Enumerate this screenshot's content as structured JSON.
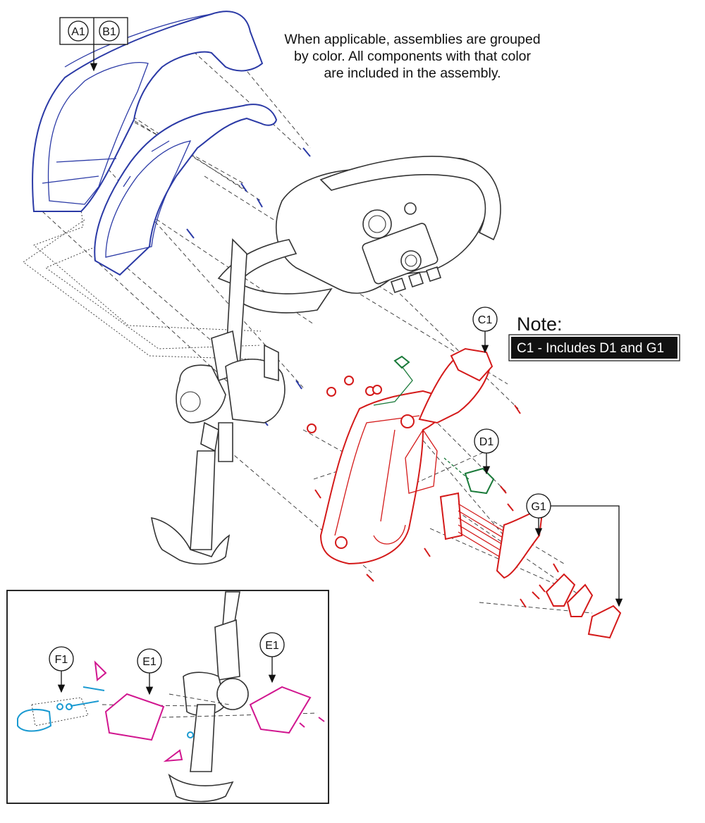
{
  "caption": {
    "line1": "When applicable, assemblies are grouped",
    "line2": "by color. All components with that color",
    "line3": "are included in the assembly."
  },
  "note": {
    "title": "Note:",
    "text": "C1 - Includes D1 and G1"
  },
  "callouts": {
    "a1": "A1",
    "b1": "B1",
    "c1": "C1",
    "d1": "D1",
    "g1": "G1",
    "f1": "F1",
    "e1_left": "E1",
    "e1_right": "E1"
  },
  "assembly_colors": {
    "A1_B1": "#2b3aa6",
    "C1": "#d41a1a",
    "D1": "#1a7a3a",
    "E1": "#d1168f",
    "F1": "#1a9ad1"
  }
}
